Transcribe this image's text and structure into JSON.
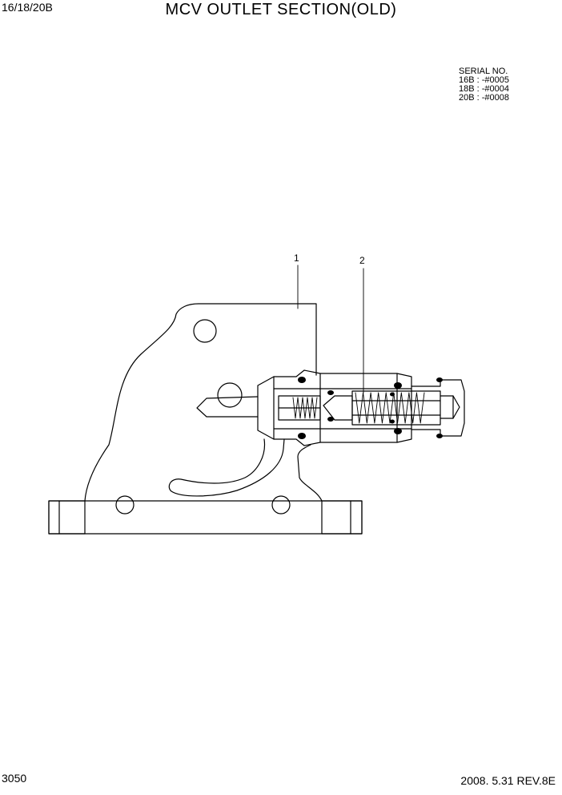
{
  "header": {
    "model": "16/18/20B",
    "title": "MCV OUTLET SECTION(OLD)"
  },
  "serial": {
    "heading": "SERIAL NO.",
    "lines": [
      "16B : -#0005",
      "18B : -#0004",
      "20B : -#0008"
    ]
  },
  "callouts": [
    "1",
    "2"
  ],
  "footer": {
    "page_number": "3050",
    "revision": "2008. 5.31  REV.8E"
  }
}
